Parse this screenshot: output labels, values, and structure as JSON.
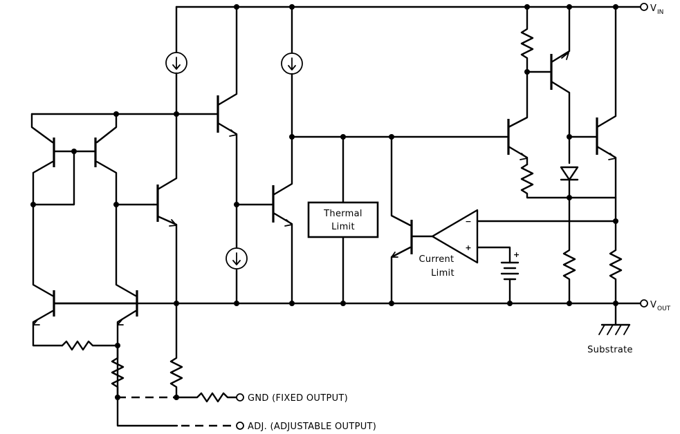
{
  "labels": {
    "vin_main": "V",
    "vin_sub": "IN",
    "vout_main": "V",
    "vout_sub": "OUT",
    "thermal_limit_line1": "Thermal",
    "thermal_limit_line2": "Limit",
    "current_limit_line1": "Current",
    "current_limit_line2": "Limit",
    "substrate": "Substrate",
    "gnd": "GND (FIXED OUTPUT)",
    "adj": "ADJ. (ADJUSTABLE OUTPUT)",
    "opamp_minus": "−",
    "opamp_plus": "+",
    "battery_plus": "+"
  }
}
